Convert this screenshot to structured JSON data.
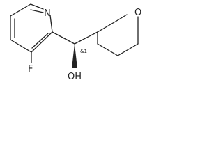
{
  "molecule": {
    "atoms": {
      "pyridine_nitrogen": "N",
      "fluorine": "F",
      "hydroxyl": "OH",
      "oxane_oxygen": "O"
    },
    "stereo_descriptor": "&1"
  },
  "colors": {
    "ink": "#222222",
    "background": "#ffffff"
  }
}
